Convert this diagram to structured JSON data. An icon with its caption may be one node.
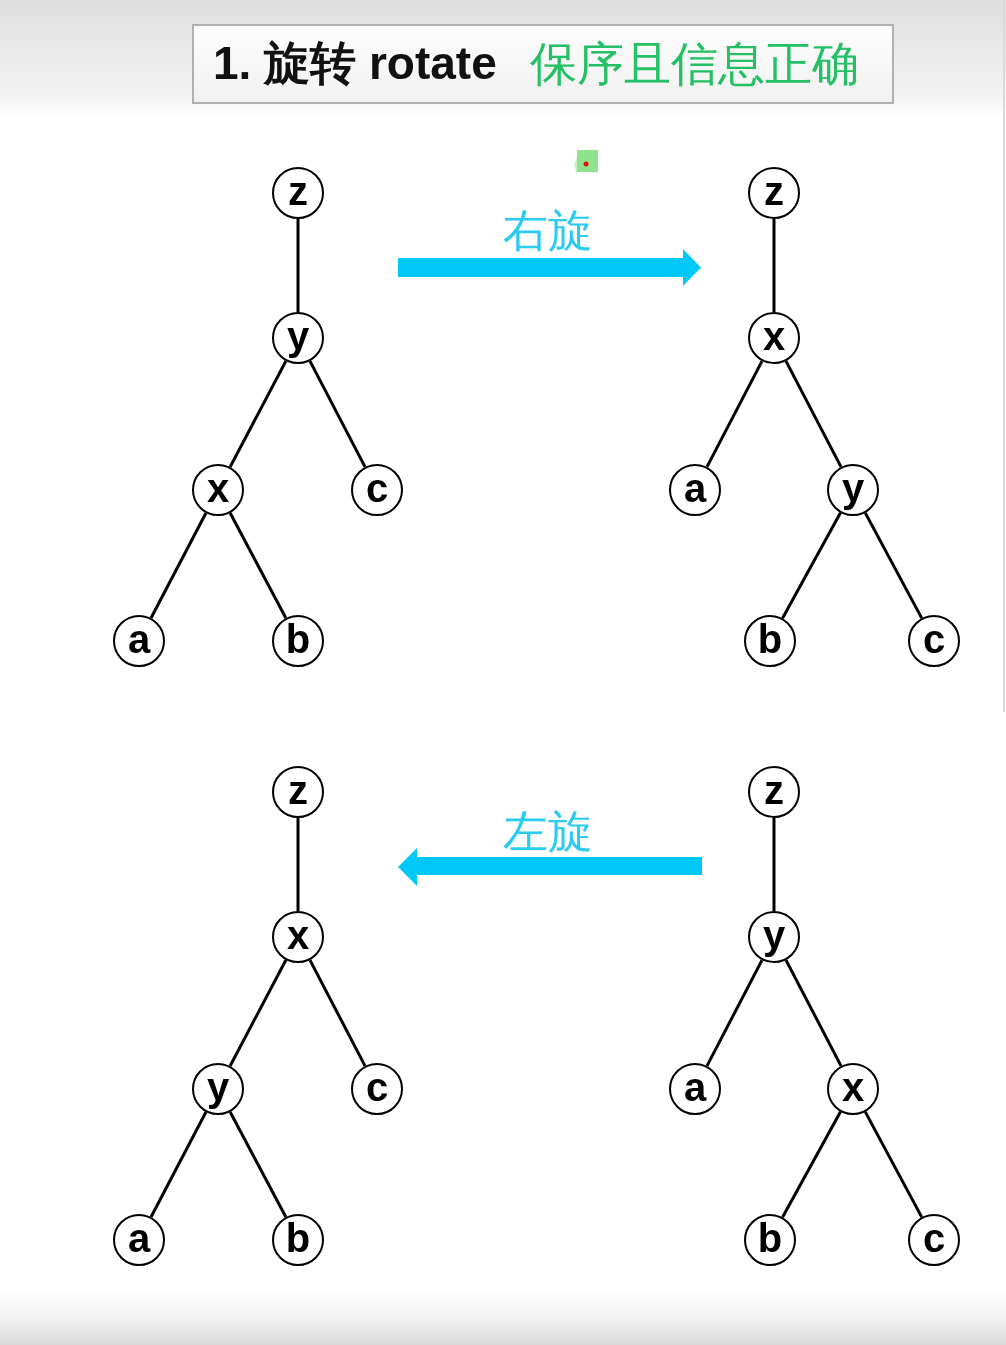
{
  "diagram": {
    "nodes": [
      {
        "text": [
          "1. 旋转 rotate",
          "保序且信息正确"
        ]
      },
      {
        "text": [
          "z"
        ]
      },
      {
        "text": [
          "y"
        ]
      },
      {
        "text": [
          "x"
        ]
      },
      {
        "text": [
          "c"
        ]
      },
      {
        "text": [
          "a"
        ]
      },
      {
        "text": [
          "b"
        ]
      },
      {
        "text": [
          "z"
        ]
      },
      {
        "text": [
          "x"
        ]
      },
      {
        "text": [
          "a"
        ]
      },
      {
        "text": [
          "y"
        ]
      },
      {
        "text": [
          "b"
        ]
      },
      {
        "text": [
          "c"
        ]
      },
      {
        "text": [
          "z"
        ]
      },
      {
        "text": [
          "x"
        ]
      },
      {
        "text": [
          "y"
        ]
      },
      {
        "text": [
          "c"
        ]
      },
      {
        "text": [
          "a"
        ]
      },
      {
        "text": [
          "b"
        ]
      },
      {
        "text": [
          "z"
        ]
      },
      {
        "text": [
          "y"
        ]
      },
      {
        "text": [
          "a"
        ]
      },
      {
        "text": [
          "x"
        ]
      },
      {
        "text": [
          "b"
        ]
      },
      {
        "text": [
          "c"
        ]
      }
    ],
    "edges": [
      {
        "from": 1,
        "to": 2,
        "arrow": "none"
      },
      {
        "from": 2,
        "to": 3,
        "arrow": "none"
      },
      {
        "from": 2,
        "to": 4,
        "arrow": "none"
      },
      {
        "from": 3,
        "to": 5,
        "arrow": "none"
      },
      {
        "from": 3,
        "to": 6,
        "arrow": "none"
      },
      {
        "from": 7,
        "to": 8,
        "arrow": "none"
      },
      {
        "from": 8,
        "to": 9,
        "arrow": "none"
      },
      {
        "from": 8,
        "to": 10,
        "arrow": "none"
      },
      {
        "from": 10,
        "to": 11,
        "arrow": "none"
      },
      {
        "from": 10,
        "to": 12,
        "arrow": "none"
      },
      {
        "from": 13,
        "to": 14,
        "arrow": "none"
      },
      {
        "from": 14,
        "to": 15,
        "arrow": "none"
      },
      {
        "from": 14,
        "to": 16,
        "arrow": "none"
      },
      {
        "from": 15,
        "to": 17,
        "arrow": "none"
      },
      {
        "from": 15,
        "to": 18,
        "arrow": "none"
      },
      {
        "from": 19,
        "to": 20,
        "arrow": "none"
      },
      {
        "from": 20,
        "to": 21,
        "arrow": "none"
      },
      {
        "from": 20,
        "to": 22,
        "arrow": "none"
      },
      {
        "from": 22,
        "to": 23,
        "arrow": "none"
      },
      {
        "from": 22,
        "to": 24,
        "arrow": "none"
      }
    ],
    "labels": [
      "右旋",
      "左旋"
    ]
  }
}
